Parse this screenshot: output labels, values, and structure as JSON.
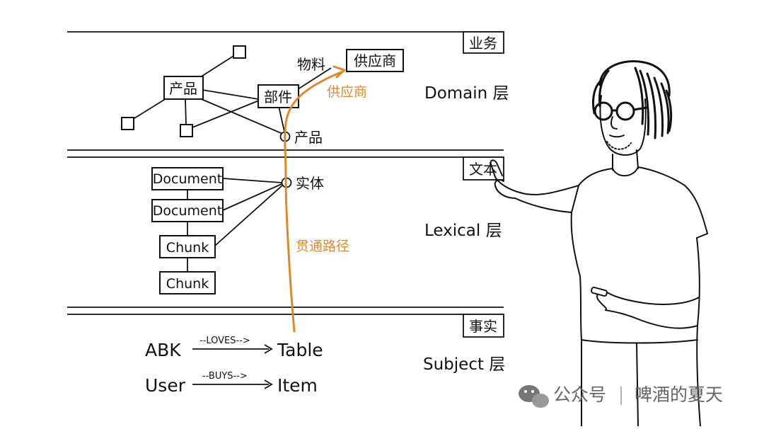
{
  "layers": [
    {
      "tag": "业务",
      "name": "Domain 层"
    },
    {
      "tag": "文本",
      "name": "Lexical 层"
    },
    {
      "tag": "事实",
      "name": "Subject 层"
    }
  ],
  "domain": {
    "nodes": {
      "product": "产品",
      "part": "部件",
      "supplier": "供应商",
      "material": "物料",
      "product_point": "产品"
    },
    "path_label": "供应商"
  },
  "lexical": {
    "documents": [
      "Document",
      "Document"
    ],
    "chunks": [
      "Chunk",
      "Chunk"
    ],
    "entity": "实体",
    "path_label": "贯通路径"
  },
  "subject": {
    "facts": [
      {
        "subject": "ABK",
        "relation": "--LOVES-->",
        "object": "Table"
      },
      {
        "subject": "User",
        "relation": "--BUYS-->",
        "object": "Item"
      }
    ]
  },
  "watermark": {
    "account": "公众号",
    "name": "啤酒的夏天"
  },
  "colors": {
    "path": "#d98a30",
    "ink": "#111111"
  }
}
